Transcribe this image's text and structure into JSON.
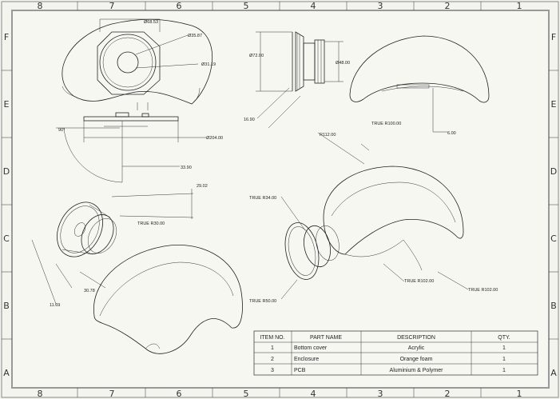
{
  "zones": {
    "columns": [
      "8",
      "7",
      "6",
      "5",
      "4",
      "3",
      "2",
      "1"
    ],
    "rows": [
      "F",
      "E",
      "D",
      "C",
      "B",
      "A"
    ]
  },
  "dimensions": {
    "d1": "Ø68.53",
    "d2": "Ø35.87",
    "d3": "Ø31.19",
    "d4": "Ø204.00",
    "d5": "Ø72.00",
    "d6": "Ø48.00",
    "angle": "90°",
    "d7": "33.90",
    "d8": "16.90",
    "d9": "29.02",
    "d10": "TRUE R30.00",
    "d11": "30.78",
    "d12": "11.69",
    "d13": "TRUE R100.00",
    "d14": "6.00",
    "d15": "R112.00",
    "d16": "TRUE R34.00",
    "d17": "TRUE R50.00",
    "d18": "TRUE R102.00",
    "d19": "TRUE R102.00"
  },
  "bom": {
    "headers": [
      "ITEM NO.",
      "PART NAME",
      "DESCRIPTION",
      "QTY."
    ],
    "rows": [
      {
        "item": "1",
        "part": "Bottom cover",
        "desc": "Acrylic",
        "qty": "1"
      },
      {
        "item": "2",
        "part": "Enclosure",
        "desc": "Orange foam",
        "qty": "1"
      },
      {
        "item": "3",
        "part": "PCB",
        "desc": "Aluminium & Polymer",
        "qty": "1"
      }
    ]
  }
}
